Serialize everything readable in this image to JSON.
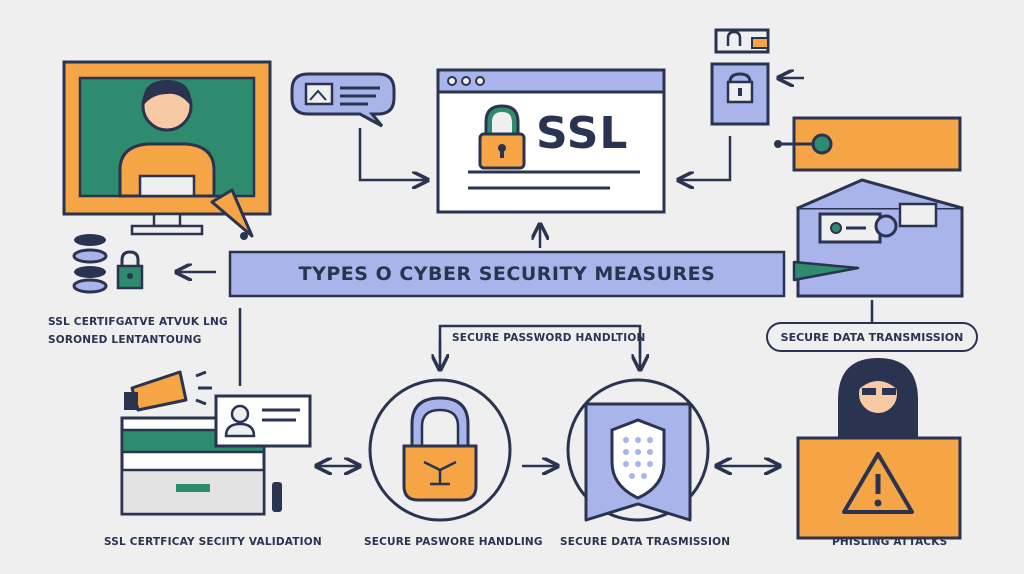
{
  "diagram": {
    "ssl_label": "SSL",
    "banner_title": "TYPES O CYBER SECURITY MEASURES",
    "left_caption_line1": "SSL CERTIFGATVE ATVUK LNG",
    "left_caption_line2": "SORONED LENTANTOUNG",
    "top_mid_label": "SECURE PASSWORD HANDLTION",
    "right_pill_label": "SECURE DATA TRANSMISSION",
    "bottom_labels": [
      "SSL CERTFICAY SECIITY VALIDATION",
      "SECURE PASWORE HANDLING",
      "SECURE DATA TRASMISSION",
      "PHISLING ATTACKS"
    ]
  },
  "colors": {
    "outline": "#2a3350",
    "orange": "#f5a545",
    "teal": "#2e8b6e",
    "lavender": "#a9b4ea",
    "background": "#efefef"
  },
  "icons": [
    "monitor-user-icon",
    "warning-icon",
    "chat-bubble-icon",
    "browser-window-icon",
    "padlock-icon",
    "usb-key-icon",
    "key-tag-icon",
    "envelope-icon",
    "database-icon",
    "megaphone-icon",
    "id-card-icon",
    "credit-card-icon",
    "shield-icon",
    "hacker-icon",
    "alert-icon"
  ]
}
